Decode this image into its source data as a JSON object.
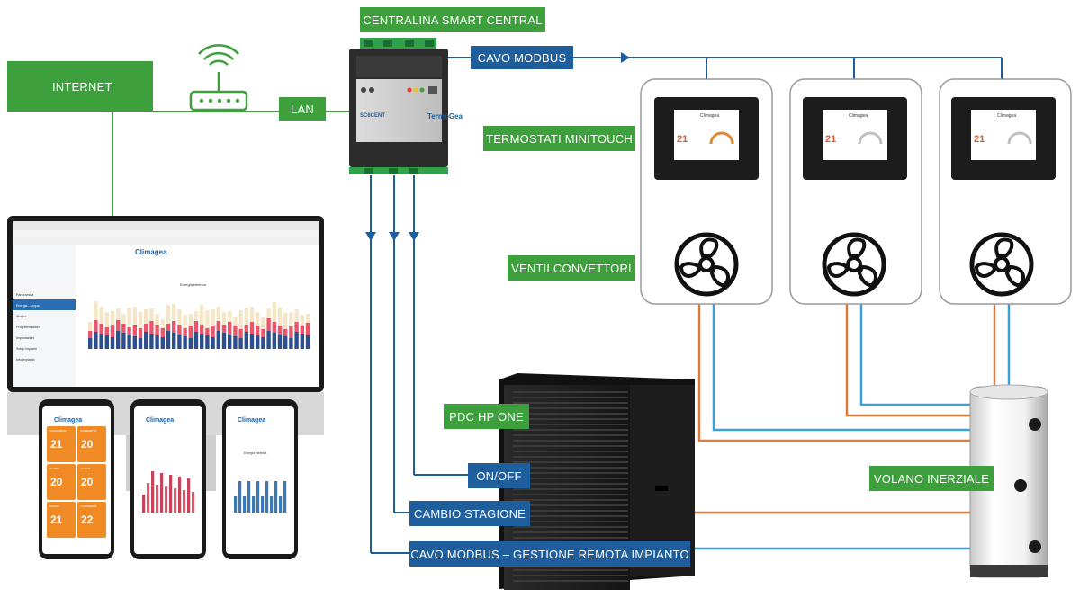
{
  "labels": {
    "central": "CENTRALINA SMART CENTRAL",
    "internet": "INTERNET",
    "lan": "LAN",
    "modbus": "CAVO MODBUS",
    "thermostats": "TERMOSTATI MINITOUCH",
    "fancoils": "VENTILCONVETTORI",
    "heatpump": "PDC HP ONE",
    "onoff": "ON/OFF",
    "season": "CAMBIO STAGIONE",
    "modbus_remote": "CAVO MODBUS – GESTIONE REMOTA IMPIANTO",
    "buffer": "VOLANO INERZIALE"
  },
  "brand": {
    "app_name": "Climagea",
    "device_brand": "TermoGea",
    "device_model": "SC6CENT",
    "chart_title": "Energia elettrica",
    "phone_chart_title": "Energia elettrica"
  },
  "app_menu": [
    "Panoramica",
    "Energia - Acqua",
    "Storico",
    "Programmazione",
    "Impostazioni",
    "Setup impianti",
    "Info impianto"
  ],
  "phone_zones": [
    {
      "name": "SOGGIORNO",
      "temp": "21"
    },
    {
      "name": "CAMERETTA",
      "temp": "20"
    },
    {
      "name": "STUDIO",
      "temp": "20"
    },
    {
      "name": "CUCINA",
      "temp": "20"
    },
    {
      "name": "BAGNO",
      "temp": "21"
    },
    {
      "name": "LAVANDERIA",
      "temp": "22"
    }
  ],
  "thermostat_temps": [
    "21",
    "21",
    "21"
  ],
  "colors": {
    "green": "#3ea03c",
    "blue": "#1f5e9c",
    "cable": "#1f5e9c",
    "hot_pipe": "#e07a3a",
    "cold_pipe": "#3aa0d8",
    "orange_tile": "#f08a24"
  }
}
